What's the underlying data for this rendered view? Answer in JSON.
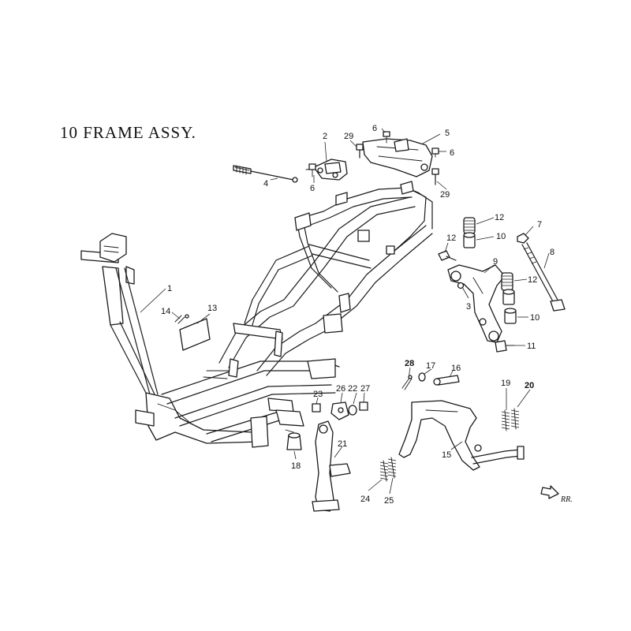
{
  "title": "10  FRAME ASSY.",
  "direction_label": "RR.",
  "callouts": [
    {
      "id": "c1",
      "label": "1"
    },
    {
      "id": "c2",
      "label": "2"
    },
    {
      "id": "c3",
      "label": "3"
    },
    {
      "id": "c4",
      "label": "4"
    },
    {
      "id": "c5",
      "label": "5"
    },
    {
      "id": "c6a",
      "label": "6"
    },
    {
      "id": "c6b",
      "label": "6"
    },
    {
      "id": "c6c",
      "label": "6"
    },
    {
      "id": "c7",
      "label": "7"
    },
    {
      "id": "c8",
      "label": "8"
    },
    {
      "id": "c9",
      "label": "9"
    },
    {
      "id": "c10a",
      "label": "10"
    },
    {
      "id": "c10b",
      "label": "10"
    },
    {
      "id": "c11",
      "label": "11"
    },
    {
      "id": "c12a",
      "label": "12"
    },
    {
      "id": "c12b",
      "label": "12"
    },
    {
      "id": "c12c",
      "label": "12"
    },
    {
      "id": "c13",
      "label": "13"
    },
    {
      "id": "c14",
      "label": "14"
    },
    {
      "id": "c15",
      "label": "15"
    },
    {
      "id": "c16",
      "label": "16"
    },
    {
      "id": "c17",
      "label": "17"
    },
    {
      "id": "c18",
      "label": "18"
    },
    {
      "id": "c19",
      "label": "19"
    },
    {
      "id": "c20",
      "label": "20"
    },
    {
      "id": "c21",
      "label": "21"
    },
    {
      "id": "c22",
      "label": "22"
    },
    {
      "id": "c23",
      "label": "23"
    },
    {
      "id": "c24",
      "label": "24"
    },
    {
      "id": "c25",
      "label": "25"
    },
    {
      "id": "c26",
      "label": "26"
    },
    {
      "id": "c27",
      "label": "27"
    },
    {
      "id": "c28",
      "label": "28"
    },
    {
      "id": "c29a",
      "label": "29"
    },
    {
      "id": "c29b",
      "label": "29"
    }
  ]
}
